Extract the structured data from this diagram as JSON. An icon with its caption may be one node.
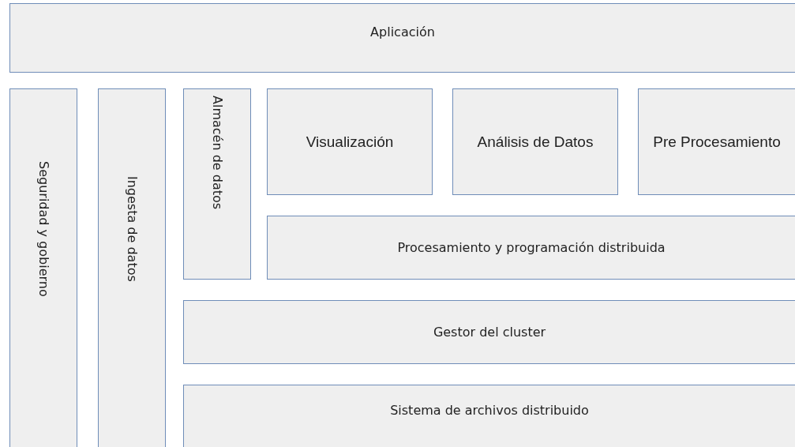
{
  "diagram": {
    "nodes": [
      {
        "text": [
          "Aplicación"
        ]
      },
      {
        "text": [
          "Seguridad y gobierno"
        ]
      },
      {
        "text": [
          "Ingesta de datos"
        ]
      },
      {
        "text": [
          "Almacén de datos"
        ]
      },
      {
        "text": [
          "Visualización"
        ]
      },
      {
        "text": [
          "Análisis de Datos"
        ]
      },
      {
        "text": [
          "Pre Procesamiento"
        ]
      },
      {
        "text": [
          "Procesamiento y programación distribuida"
        ]
      },
      {
        "text": [
          "Gestor del cluster"
        ]
      },
      {
        "text": [
          "Sistema de archivos distribuido"
        ]
      }
    ]
  }
}
